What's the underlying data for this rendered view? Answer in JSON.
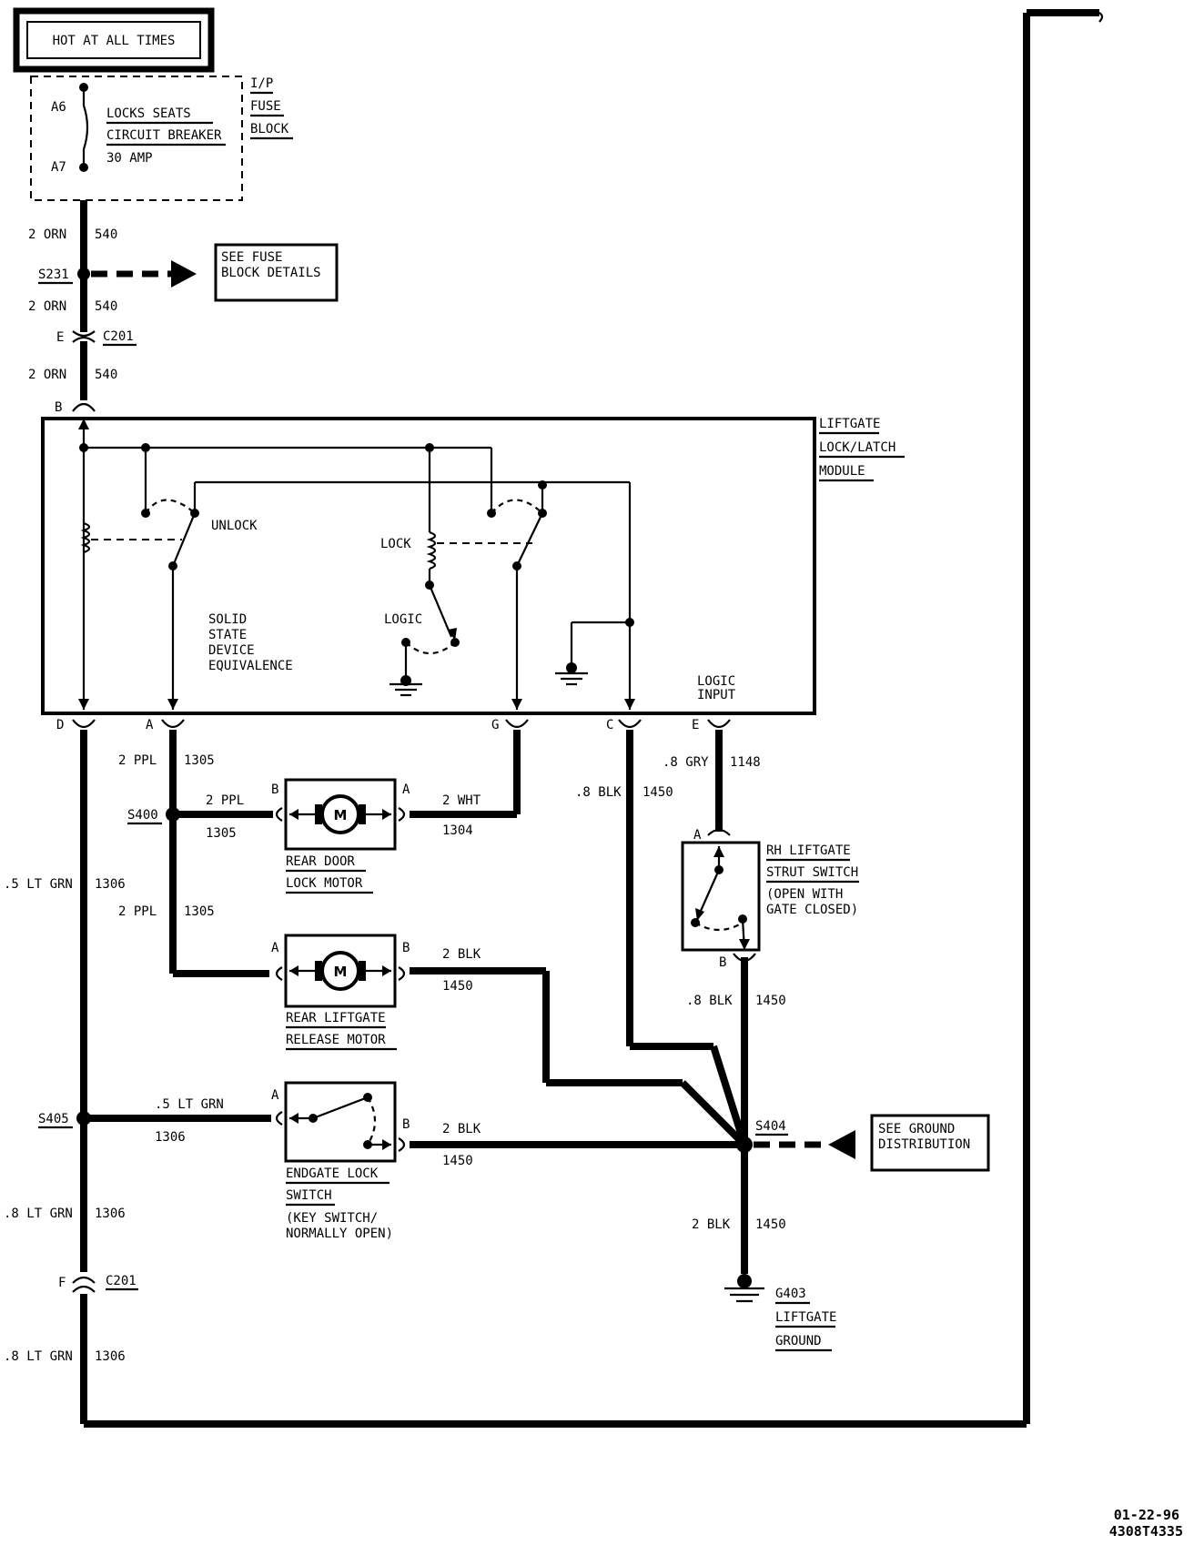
{
  "hot_label": "HOT AT ALL TIMES",
  "fuse": {
    "pin_a6": "A6",
    "pin_a7": "A7",
    "name_line1": "LOCKS SEATS",
    "name_line2": "CIRCUIT BREAKER",
    "rating": "30 AMP",
    "block_line1": "I/P",
    "block_line2": "FUSE",
    "block_line3": "BLOCK"
  },
  "wires": {
    "w540_gauge": "2 ORN",
    "w540_circuit": "540",
    "w1305_gauge": "2 PPL",
    "w1305_circuit": "1305",
    "w1304_gauge": "2 WHT",
    "w1304_circuit": "1304",
    "w1306_gauge_a": ".5 LT GRN",
    "w1306_gauge_b": ".8 LT GRN",
    "w1306_circuit": "1306",
    "w1450_gauge_a": ".8 BLK",
    "w1450_gauge_b": "2 BLK",
    "w1450_circuit": "1450",
    "w1148_gauge": ".8 GRY",
    "w1148_circuit": "1148"
  },
  "splices": {
    "s231": "S231",
    "s400": "S400",
    "s405": "S405",
    "s404": "S404"
  },
  "connectors": {
    "c201": "C201",
    "pin_e": "E",
    "pin_b": "B",
    "pin_d": "D",
    "pin_a": "A",
    "pin_g": "G",
    "pin_c": "C",
    "pin_f": "F"
  },
  "refs": {
    "fuse_line1": "SEE FUSE",
    "fuse_line2": "BLOCK DETAILS",
    "ground_line1": "SEE GROUND",
    "ground_line2": "DISTRIBUTION"
  },
  "module": {
    "name_line1": "LIFTGATE",
    "name_line2": "LOCK/LATCH",
    "name_line3": "MODULE",
    "unlock": "UNLOCK",
    "lock": "LOCK",
    "logic": "LOGIC",
    "ssd_line1": "SOLID",
    "ssd_line2": "STATE",
    "ssd_line3": "DEVICE",
    "ssd_line4": "EQUIVALENCE",
    "logic_input_line1": "LOGIC",
    "logic_input_line2": "INPUT"
  },
  "components": {
    "rear_door_motor_line1": "REAR DOOR",
    "rear_door_motor_line2": "LOCK MOTOR",
    "release_motor_line1": "REAR LIFTGATE",
    "release_motor_line2": "RELEASE MOTOR",
    "motor_symbol": "M",
    "strut_line1": "RH LIFTGATE",
    "strut_line2": "STRUT SWITCH",
    "strut_line3": "(OPEN WITH",
    "strut_line4": "GATE CLOSED)",
    "endgate_line1": "ENDGATE LOCK",
    "endgate_line2": "SWITCH",
    "endgate_line3": "(KEY SWITCH/",
    "endgate_line4": "NORMALLY OPEN)"
  },
  "ground": {
    "g403": "G403",
    "line1": "LIFTGATE",
    "line2": "GROUND"
  },
  "footer": {
    "date": "01-22-96",
    "code": "4308T4335"
  }
}
